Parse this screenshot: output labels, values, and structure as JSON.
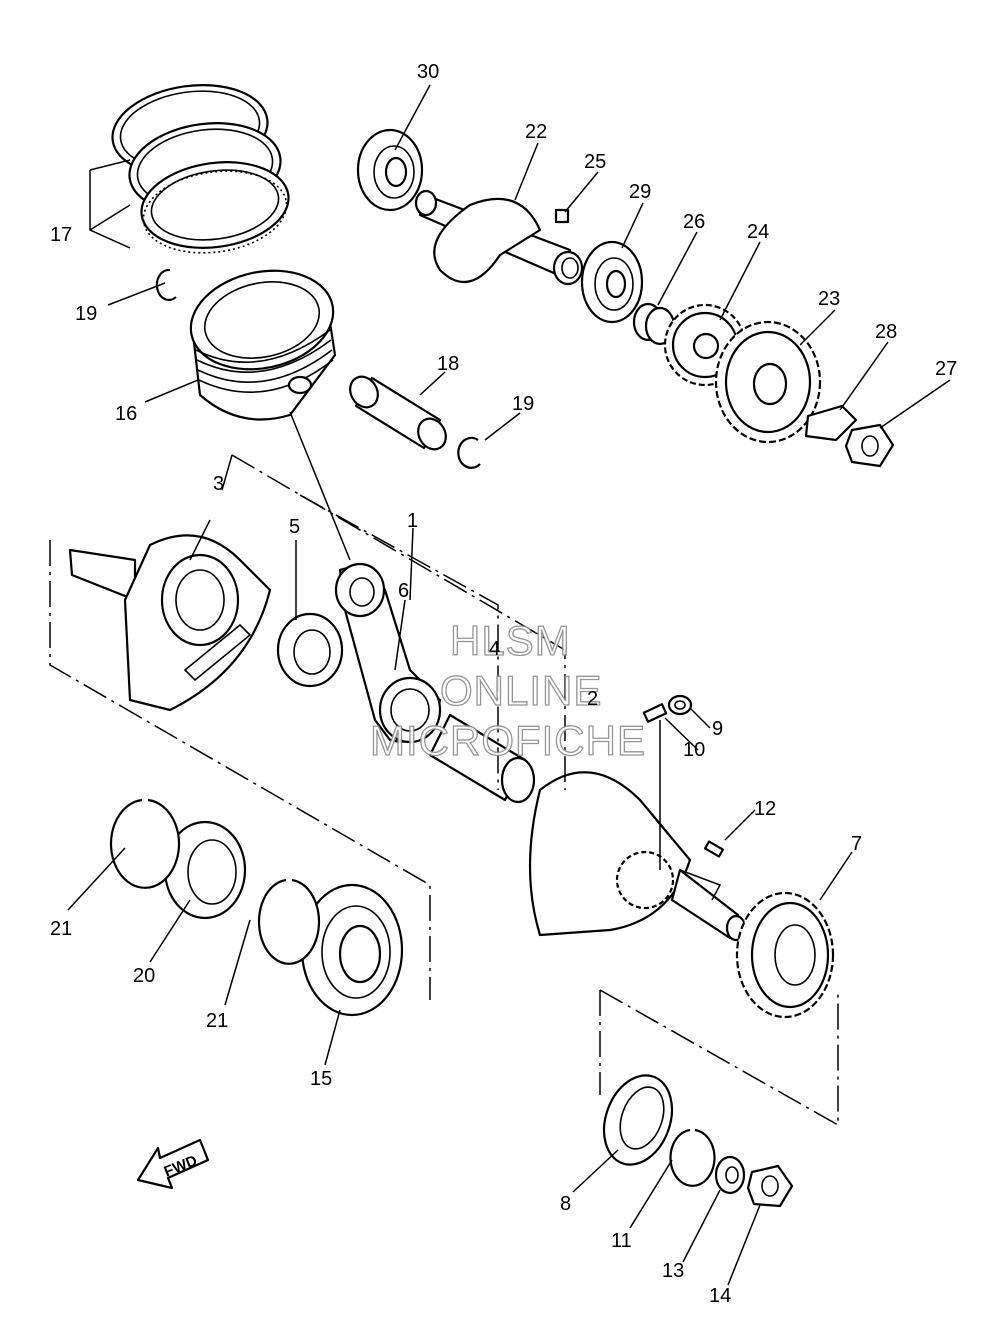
{
  "callouts": {
    "c1": "1",
    "c2": "2",
    "c3": "3",
    "c4": "4",
    "c5": "5",
    "c6": "6",
    "c7": "7",
    "c8": "8",
    "c9": "9",
    "c10": "10",
    "c11": "11",
    "c12": "12",
    "c13": "13",
    "c14": "14",
    "c15": "15",
    "c16": "16",
    "c17": "17",
    "c18": "18",
    "c19a": "19",
    "c19b": "19",
    "c20": "20",
    "c21a": "21",
    "c21b": "21",
    "c22": "22",
    "c23": "23",
    "c24": "24",
    "c25": "25",
    "c26": "26",
    "c27": "27",
    "c28": "28",
    "c29": "29",
    "c30": "30"
  },
  "watermark": {
    "line1": "HLSM",
    "line2": "ONLINE",
    "line3": "MICROFICHE"
  },
  "direction_arrow": {
    "label": "FWD"
  }
}
